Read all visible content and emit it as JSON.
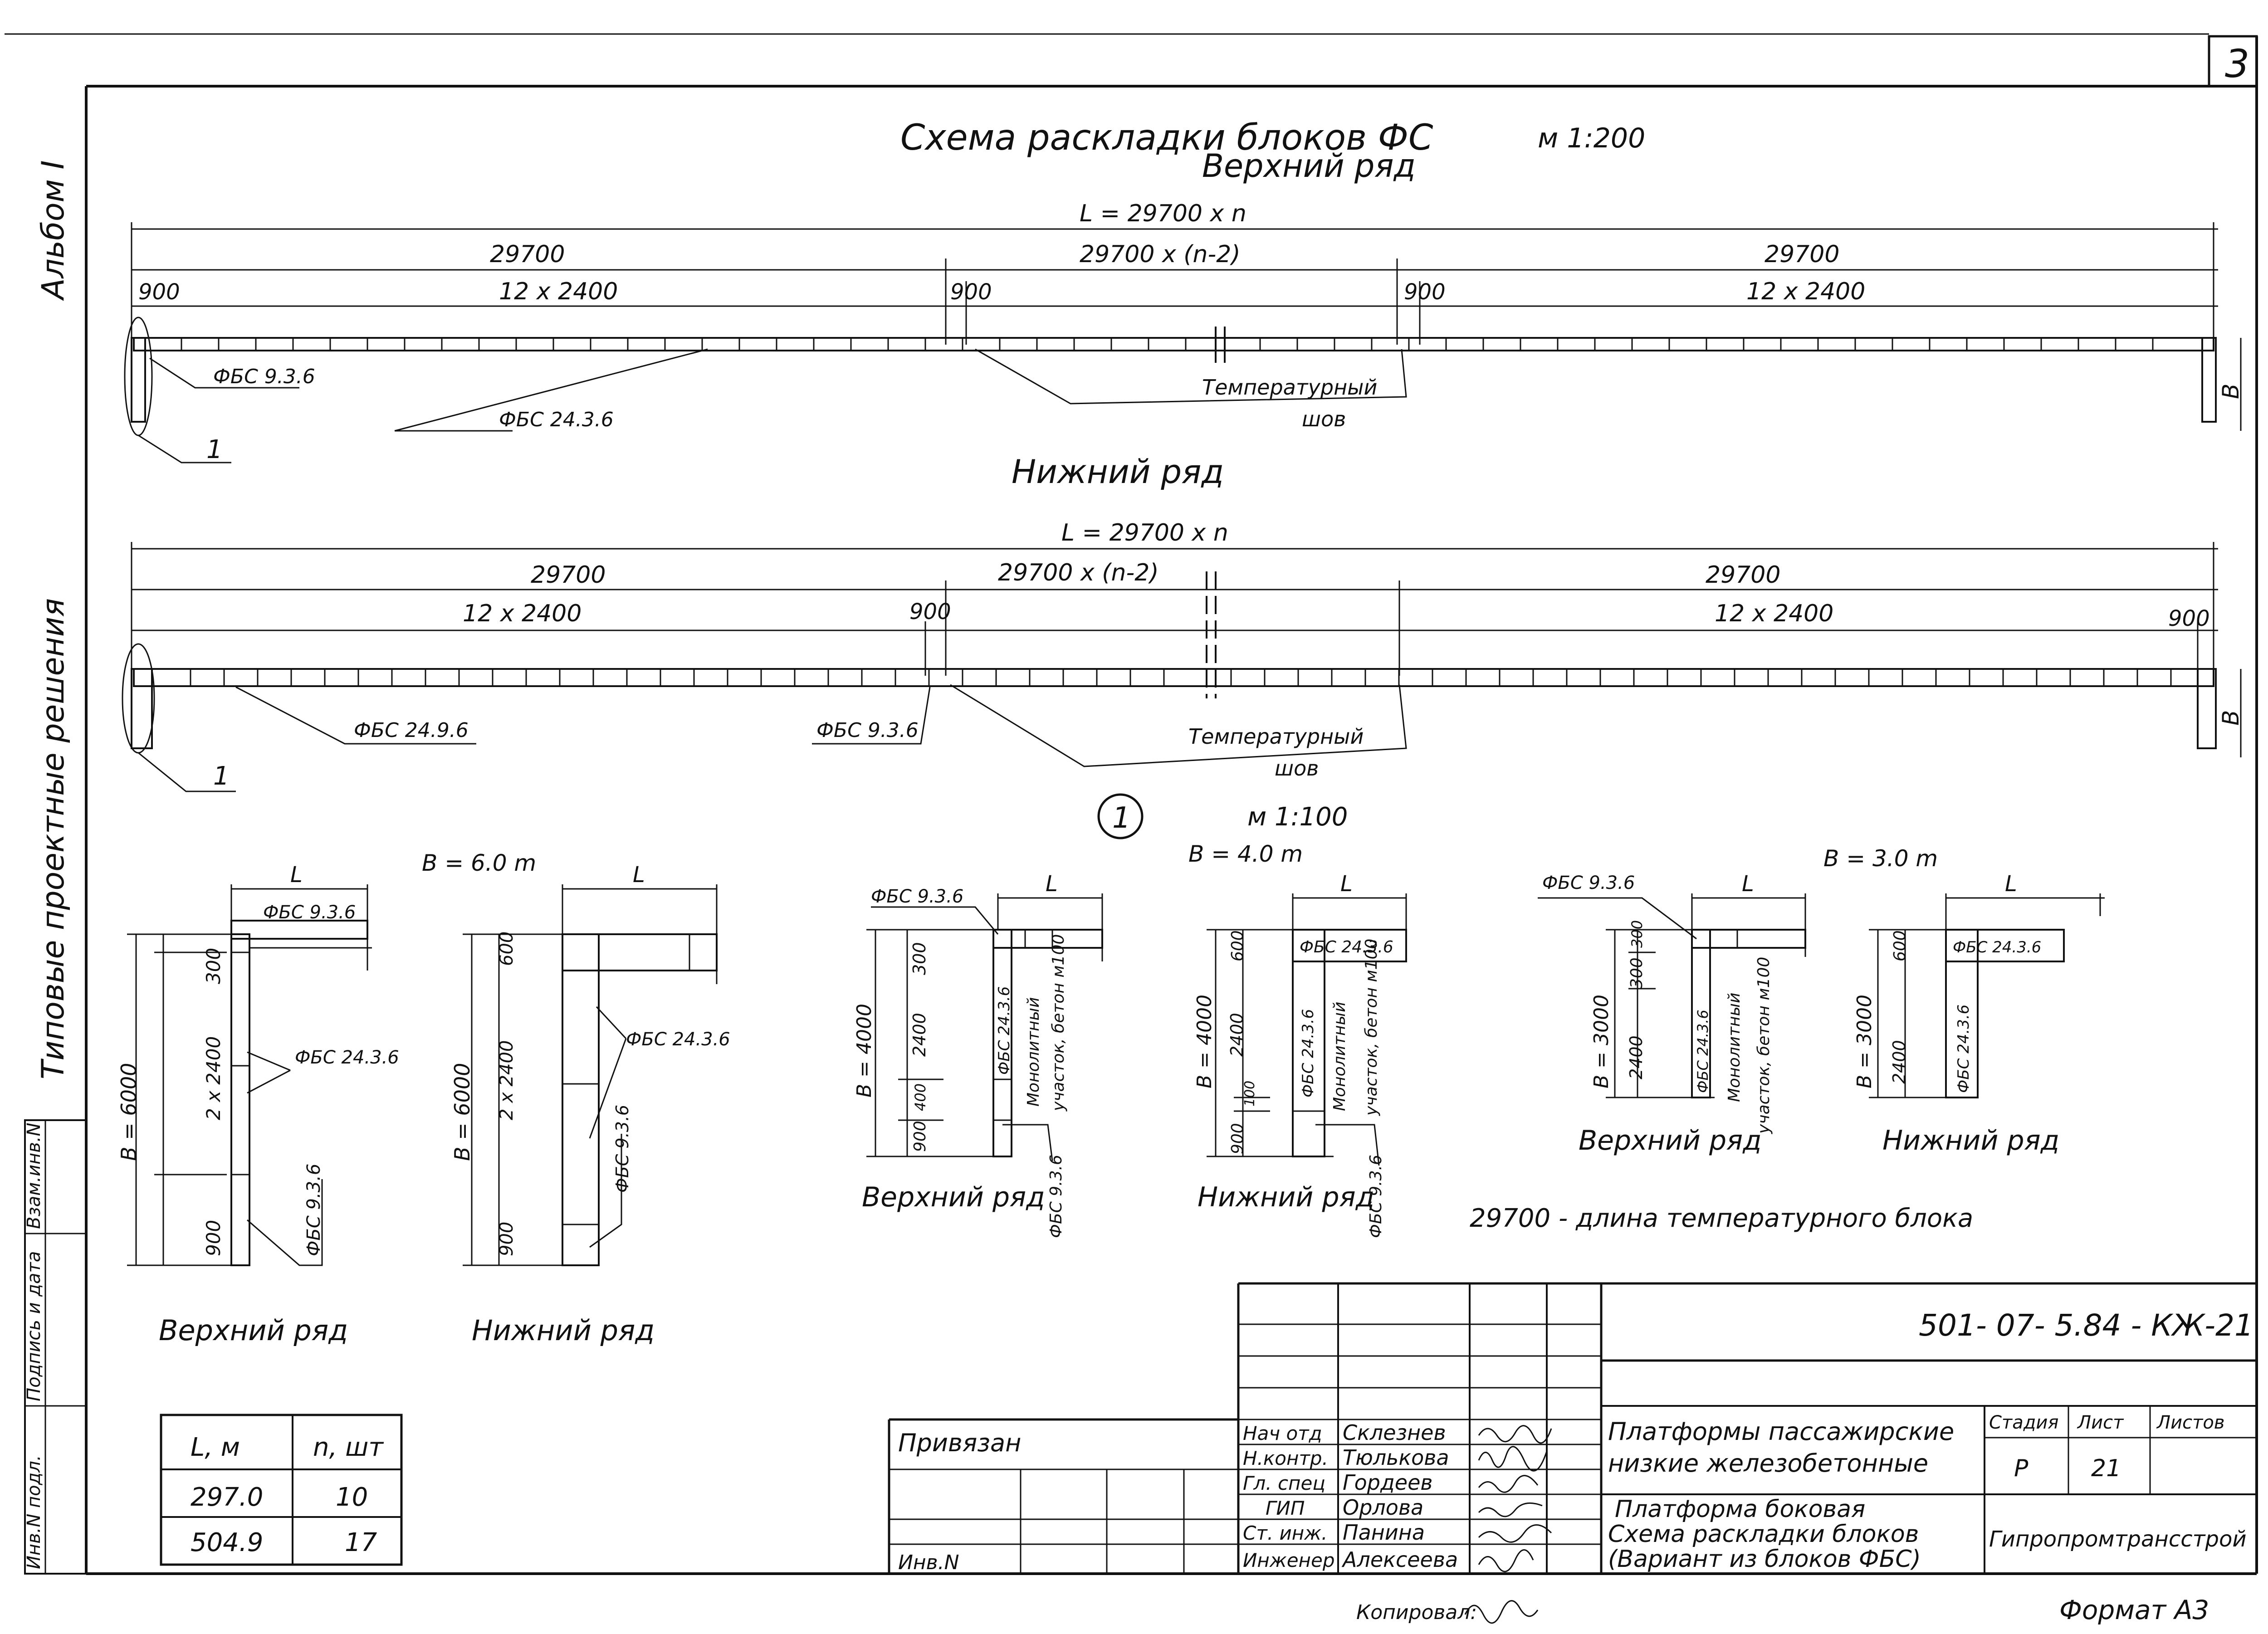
{
  "sheet_number": "3",
  "side_labels": {
    "album": "Альбом I",
    "series": "Типовые проектные решения"
  },
  "left_stamp": [
    "Инв.N подл.",
    "Подпись и дата",
    "Взам.инв.N"
  ],
  "title": {
    "line1": "Схема раскладки блоков  ФС",
    "scale": "м 1:200",
    "row_upper": "Верхний ряд",
    "row_lower": "Нижний ряд"
  },
  "upper_plan": {
    "total": "L = 29700 x n",
    "seg_left": "29700",
    "seg_mid": "29700 x (n-2)",
    "seg_right": "29700",
    "d900_a": "900",
    "d900_b": "900",
    "d900_c": "900",
    "blocks_left": "12 x 2400",
    "blocks_right": "12 x 2400",
    "lbl_fbs936": "ФБС 9.3.6",
    "lbl_fbs2436": "ФБС 24.3.6",
    "lbl_joint1": "Температурный",
    "lbl_joint2": "шов",
    "callout": "1",
    "dim_b": "B"
  },
  "lower_plan": {
    "total": "L = 29700 x n",
    "seg_left": "29700",
    "seg_mid": "29700 x (n-2)",
    "seg_right": "29700",
    "blocks_left": "12 x 2400",
    "blocks_right": "12 x 2400",
    "d900_a": "900",
    "d900_b": "900",
    "lbl_fbs2496": "ФБС 24.9.6",
    "lbl_fbs936": "ФБС 9.3.6",
    "lbl_joint1": "Температурный",
    "lbl_joint2": "шов",
    "callout": "1",
    "dim_b": "B"
  },
  "detail": {
    "mark": "1",
    "scale": "м 1:100",
    "b6": "B = 6.0 m",
    "b4": "B = 4.0 m",
    "b3": "B = 3.0 m",
    "L": "L",
    "upper_row": "Верхний ряд",
    "lower_row": "Нижний ряд",
    "dims": {
      "b6000": "B = 6000",
      "b4000": "B = 4000",
      "b3000": "B = 3000",
      "d300": "300",
      "d600": "600",
      "d900": "900",
      "d2x2400": "2 x 2400",
      "d2400": "2400",
      "d100": "100",
      "d400": "400"
    },
    "fbs936": "ФБС 9.3.6",
    "fbs2436": "ФБС 24.3.6",
    "monolith1": "Монолитный",
    "monolith2": "участок, бетон м100",
    "note": "29700 - длина температурного блока"
  },
  "table": {
    "headers": [
      "L, м",
      "n, шт"
    ],
    "rows": [
      [
        "297.0",
        "10"
      ],
      [
        "504.9",
        "17"
      ]
    ]
  },
  "title_block": {
    "doc_code": "501- 07- 5.84 - КЖ-21",
    "privyazan": "Привязан",
    "inv": "Инв.N",
    "roles": [
      {
        "role": "Нач отд",
        "name": "Склезнев"
      },
      {
        "role": "Н.контр.",
        "name": "Тюлькова"
      },
      {
        "role": "Гл. спец",
        "name": "Гордеев"
      },
      {
        "role": "ГИП",
        "name": "Орлова"
      },
      {
        "role": "Ст. инж.",
        "name": "Панина"
      },
      {
        "role": "Инженер",
        "name": "Алексеева"
      }
    ],
    "project1": "Платформы пассажирские",
    "project2": "низкие железобетонные",
    "sheet_title1": "Платформа боковая",
    "sheet_title2": "Схема раскладки блоков",
    "sheet_title3": "(Вариант из блоков ФБС)",
    "stage_h": "Стадия",
    "sheet_h": "Лист",
    "sheets_h": "Листов",
    "stage": "Р",
    "sheet": "21",
    "org": "Гипропромтрансстрой"
  },
  "footer": {
    "copied": "Копировал:",
    "format": "Формат А3"
  }
}
